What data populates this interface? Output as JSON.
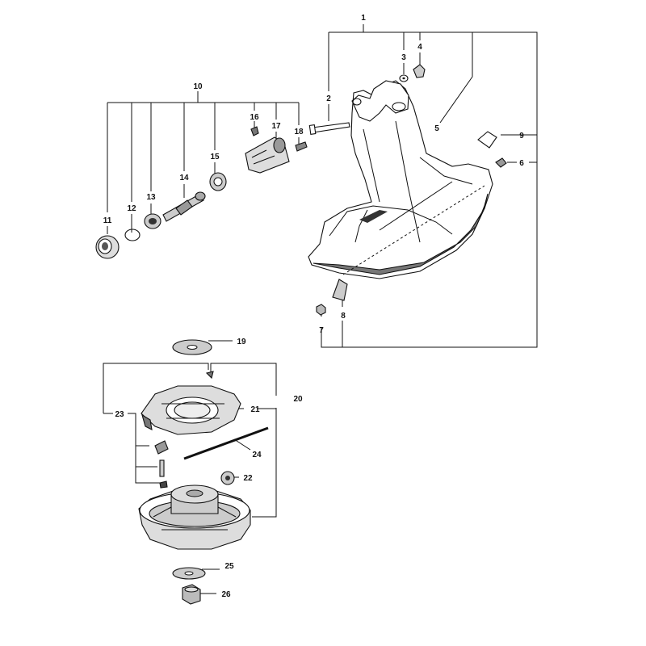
{
  "diagram": {
    "callouts": [
      {
        "id": "1",
        "text": "1"
      },
      {
        "id": "2",
        "text": "2"
      },
      {
        "id": "3",
        "text": "3"
      },
      {
        "id": "4",
        "text": "4"
      },
      {
        "id": "5",
        "text": "5"
      },
      {
        "id": "6",
        "text": "6"
      },
      {
        "id": "7",
        "text": "7"
      },
      {
        "id": "8",
        "text": "8"
      },
      {
        "id": "9",
        "text": "9"
      },
      {
        "id": "10",
        "text": "10"
      },
      {
        "id": "11",
        "text": "11"
      },
      {
        "id": "12",
        "text": "12"
      },
      {
        "id": "13",
        "text": "13"
      },
      {
        "id": "14",
        "text": "14"
      },
      {
        "id": "15",
        "text": "15"
      },
      {
        "id": "16",
        "text": "16"
      },
      {
        "id": "17",
        "text": "17"
      },
      {
        "id": "18",
        "text": "18"
      },
      {
        "id": "19",
        "text": "19"
      },
      {
        "id": "20",
        "text": "20"
      },
      {
        "id": "21",
        "text": "21"
      },
      {
        "id": "22",
        "text": "22"
      },
      {
        "id": "23",
        "text": "23"
      },
      {
        "id": "24",
        "text": "24"
      },
      {
        "id": "25",
        "text": "25"
      },
      {
        "id": "26",
        "text": "26"
      }
    ],
    "colors": {
      "line": "#111111",
      "part_fill": "#ffffff",
      "shade": "#9a9a9a",
      "dark": "#555555"
    }
  }
}
